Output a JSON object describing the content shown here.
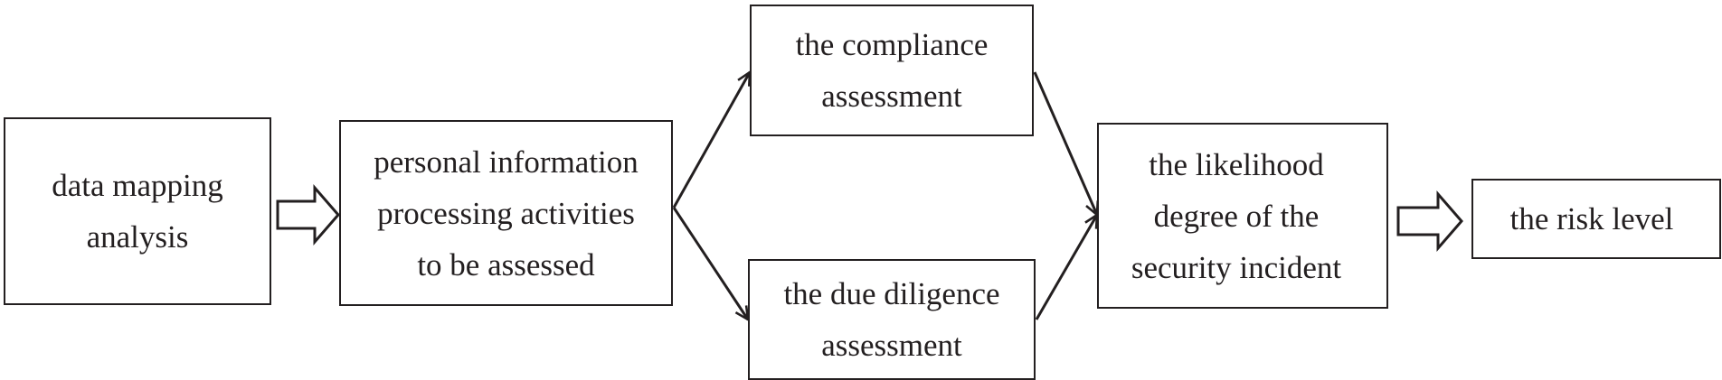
{
  "diagram": {
    "nodes": {
      "data_mapping": {
        "lines": [
          "data mapping",
          "analysis"
        ]
      },
      "activities": {
        "lines": [
          "personal information",
          "processing activities",
          "to be assessed"
        ]
      },
      "compliance": {
        "lines": [
          "the compliance",
          "assessment"
        ]
      },
      "due_diligence": {
        "lines": [
          "the due diligence",
          "assessment"
        ]
      },
      "likelihood": {
        "lines": [
          "the likelihood",
          "degree of the",
          "security incident"
        ]
      },
      "risk_level": {
        "lines": [
          "the risk level"
        ]
      }
    },
    "edges": [
      {
        "from": "data_mapping",
        "to": "activities",
        "style": "hollow-block-arrow"
      },
      {
        "from": "activities",
        "to": "compliance",
        "style": "line-arrow"
      },
      {
        "from": "activities",
        "to": "due_diligence",
        "style": "line-arrow"
      },
      {
        "from": "compliance",
        "to": "likelihood",
        "style": "line-arrow"
      },
      {
        "from": "due_diligence",
        "to": "likelihood",
        "style": "line-arrow"
      },
      {
        "from": "likelihood",
        "to": "risk_level",
        "style": "hollow-block-arrow"
      }
    ],
    "colors": {
      "stroke": "#231f20",
      "background": "#ffffff"
    }
  }
}
